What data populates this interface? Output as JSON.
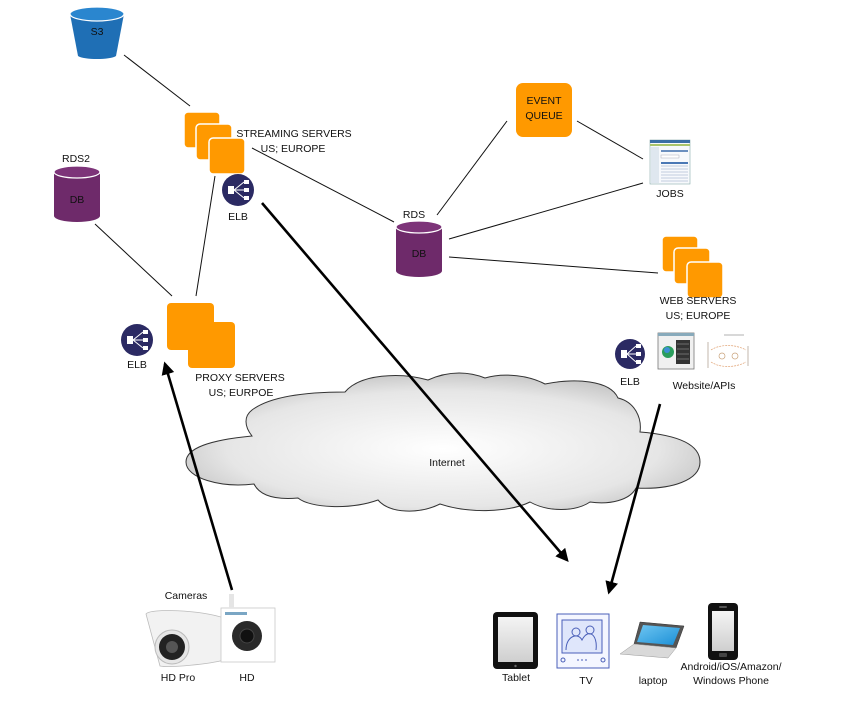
{
  "diagram": {
    "type": "architecture",
    "colors": {
      "aws_orange": "#ff9900",
      "s3_blue": "#1f6fb5",
      "db_purple": "#6e2a6a",
      "elb_navy": "#2b2a63",
      "cloud_gray": "#d9d9d9",
      "line": "#111111"
    },
    "nodes": {
      "s3": {
        "label": "S3",
        "icon": "s3-bucket-icon"
      },
      "rds2": {
        "title": "RDS2",
        "label": "DB",
        "icon": "database-icon"
      },
      "streaming": {
        "label_line1": "STREAMING SERVERS",
        "label_line2": "US; EUROPE",
        "icon": "server-stack-icon"
      },
      "elb_streaming": {
        "label": "ELB",
        "icon": "load-balancer-icon"
      },
      "event_queue": {
        "label_line1": "EVENT",
        "label_line2": "QUEUE",
        "icon": "queue-icon"
      },
      "jobs": {
        "label": "JOBS",
        "icon": "jobs-screenshot-icon"
      },
      "rds": {
        "title": "RDS",
        "label": "DB",
        "icon": "database-icon"
      },
      "web": {
        "label_line1": "WEB SERVERS",
        "label_line2": "US; EUROPE",
        "icon": "server-stack-icon"
      },
      "elb_web": {
        "label": "ELB",
        "icon": "load-balancer-icon"
      },
      "website": {
        "label": "Website/APIs",
        "icon": "website-icon"
      },
      "elb_proxy": {
        "label": "ELB",
        "icon": "load-balancer-icon"
      },
      "proxy": {
        "label_line1": "PROXY  SERVERS",
        "label_line2": "US; EURPOE",
        "icon": "server-stack-icon"
      },
      "internet": {
        "label": "Internet",
        "icon": "cloud-icon"
      },
      "cameras": {
        "title": "Cameras",
        "items": [
          "HD Pro",
          "HD"
        ],
        "icon": "camera-icon"
      },
      "devices": {
        "items": [
          "Tablet",
          "TV",
          "laptop"
        ],
        "phone_line1": "Android/iOS/Amazon/",
        "phone_line2": "Windows Phone"
      }
    },
    "edges": [
      {
        "from": "s3",
        "to": "streaming",
        "style": "line"
      },
      {
        "from": "streaming",
        "to": "rds",
        "style": "line"
      },
      {
        "from": "rds2",
        "to": "proxy",
        "style": "line"
      },
      {
        "from": "proxy",
        "to": "streaming",
        "style": "line"
      },
      {
        "from": "rds",
        "to": "event_queue",
        "style": "line"
      },
      {
        "from": "event_queue",
        "to": "jobs",
        "style": "line"
      },
      {
        "from": "rds",
        "to": "jobs",
        "style": "line"
      },
      {
        "from": "rds",
        "to": "web",
        "style": "line"
      },
      {
        "from": "elb_streaming",
        "to": "tv",
        "style": "arrow"
      },
      {
        "from": "website",
        "to": "devices",
        "style": "arrow"
      },
      {
        "from": "cameras",
        "to": "elb_proxy",
        "style": "arrow"
      }
    ]
  }
}
